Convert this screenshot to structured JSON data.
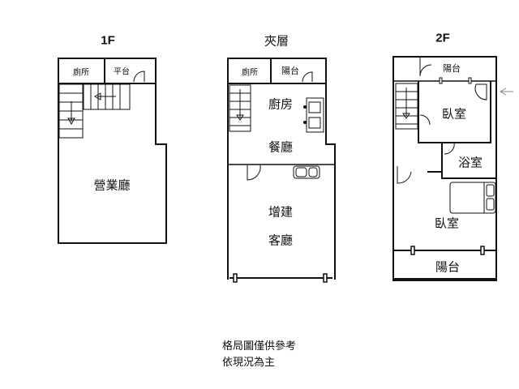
{
  "floors": {
    "f1": {
      "title": "1F",
      "rooms": {
        "toilet": "廁所",
        "platform": "平台",
        "business_hall": "營業廳"
      }
    },
    "mezz": {
      "title": "夾層",
      "rooms": {
        "toilet": "廁所",
        "balcony": "陽台",
        "kitchen": "廚房",
        "dining": "餐廳",
        "addition": "增建",
        "living": "客廳"
      }
    },
    "f2": {
      "title": "2F",
      "rooms": {
        "balcony_top": "陽台",
        "bedroom1": "臥室",
        "bathroom": "浴室",
        "bedroom2": "臥室",
        "balcony_bottom": "陽台"
      }
    }
  },
  "caption": {
    "line1": "格局圖僅供參考",
    "line2": "依現況為主"
  }
}
